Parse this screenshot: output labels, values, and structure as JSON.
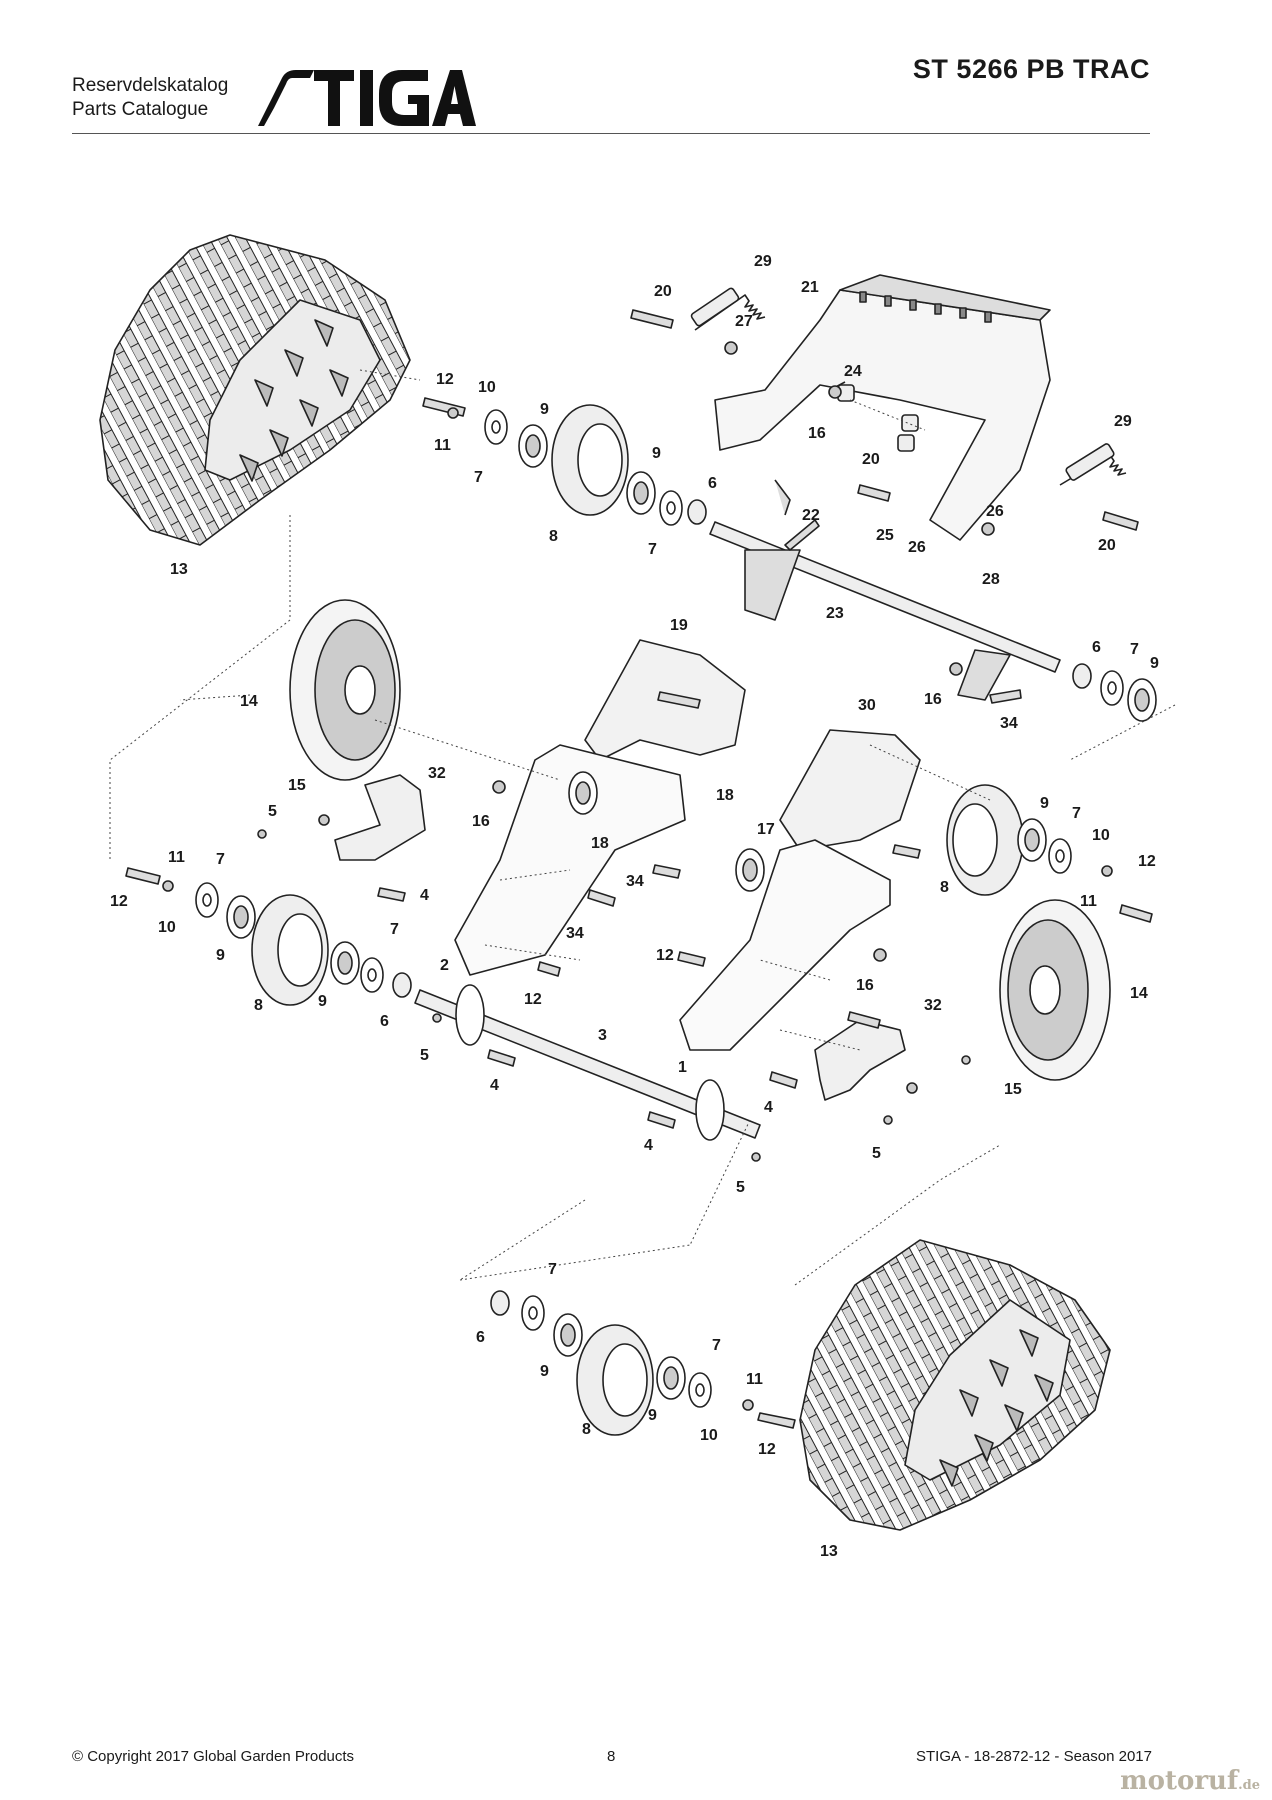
{
  "header": {
    "catalog_line_1": "Reservdelskatalog",
    "catalog_line_2": "Parts Catalogue",
    "brand": "STIGA",
    "model": "ST 5266 PB TRAC"
  },
  "diagram": {
    "callouts": [
      {
        "id": "c29a",
        "label": "29"
      },
      {
        "id": "c20a",
        "label": "20"
      },
      {
        "id": "c21",
        "label": "21"
      },
      {
        "id": "c27",
        "label": "27"
      },
      {
        "id": "c24",
        "label": "24"
      },
      {
        "id": "c12a",
        "label": "12"
      },
      {
        "id": "c10a",
        "label": "10"
      },
      {
        "id": "c11a",
        "label": "11"
      },
      {
        "id": "c9a",
        "label": "9"
      },
      {
        "id": "c7a",
        "label": "7"
      },
      {
        "id": "c9b",
        "label": "9"
      },
      {
        "id": "c6a",
        "label": "6"
      },
      {
        "id": "c7b",
        "label": "7"
      },
      {
        "id": "c8a",
        "label": "8"
      },
      {
        "id": "c16a",
        "label": "16"
      },
      {
        "id": "c20b",
        "label": "20"
      },
      {
        "id": "c22",
        "label": "22"
      },
      {
        "id": "c25",
        "label": "25"
      },
      {
        "id": "c26a",
        "label": "26"
      },
      {
        "id": "c26b",
        "label": "26"
      },
      {
        "id": "c28",
        "label": "28"
      },
      {
        "id": "c29b",
        "label": "29"
      },
      {
        "id": "c20c",
        "label": "20"
      },
      {
        "id": "c13a",
        "label": "13"
      },
      {
        "id": "c23",
        "label": "23"
      },
      {
        "id": "c19",
        "label": "19"
      },
      {
        "id": "c14a",
        "label": "14"
      },
      {
        "id": "c6b",
        "label": "6"
      },
      {
        "id": "c7c",
        "label": "7"
      },
      {
        "id": "c9c",
        "label": "9"
      },
      {
        "id": "c16b",
        "label": "16"
      },
      {
        "id": "c34a",
        "label": "34"
      },
      {
        "id": "c30",
        "label": "30"
      },
      {
        "id": "c15a",
        "label": "15"
      },
      {
        "id": "c32a",
        "label": "32"
      },
      {
        "id": "c5a",
        "label": "5"
      },
      {
        "id": "c16c",
        "label": "16"
      },
      {
        "id": "c18a",
        "label": "18"
      },
      {
        "id": "c18b",
        "label": "18"
      },
      {
        "id": "c17",
        "label": "17"
      },
      {
        "id": "c34b",
        "label": "34"
      },
      {
        "id": "c4a",
        "label": "4"
      },
      {
        "id": "c9d",
        "label": "9"
      },
      {
        "id": "c7d",
        "label": "7"
      },
      {
        "id": "c10b",
        "label": "10"
      },
      {
        "id": "c12b",
        "label": "12"
      },
      {
        "id": "c11b",
        "label": "11"
      },
      {
        "id": "c8b",
        "label": "8"
      },
      {
        "id": "c11c",
        "label": "11"
      },
      {
        "id": "c7e",
        "label": "7"
      },
      {
        "id": "c12c",
        "label": "12"
      },
      {
        "id": "c10c",
        "label": "10"
      },
      {
        "id": "c9e",
        "label": "9"
      },
      {
        "id": "c34c",
        "label": "34"
      },
      {
        "id": "c2",
        "label": "2"
      },
      {
        "id": "c12d",
        "label": "12"
      },
      {
        "id": "c7f",
        "label": "7"
      },
      {
        "id": "c8c",
        "label": "8"
      },
      {
        "id": "c9f",
        "label": "9"
      },
      {
        "id": "c6c",
        "label": "6"
      },
      {
        "id": "c12e",
        "label": "12"
      },
      {
        "id": "c16d",
        "label": "16"
      },
      {
        "id": "c32b",
        "label": "32"
      },
      {
        "id": "c14b",
        "label": "14"
      },
      {
        "id": "c5b",
        "label": "5"
      },
      {
        "id": "c4b",
        "label": "4"
      },
      {
        "id": "c3",
        "label": "3"
      },
      {
        "id": "c1",
        "label": "1"
      },
      {
        "id": "c15b",
        "label": "15"
      },
      {
        "id": "c4c",
        "label": "4"
      },
      {
        "id": "c5c",
        "label": "5"
      },
      {
        "id": "c4d",
        "label": "4"
      },
      {
        "id": "c5d",
        "label": "5"
      },
      {
        "id": "c7g",
        "label": "7"
      },
      {
        "id": "c6d",
        "label": "6"
      },
      {
        "id": "c9g",
        "label": "9"
      },
      {
        "id": "c7h",
        "label": "7"
      },
      {
        "id": "c11d",
        "label": "11"
      },
      {
        "id": "c8d",
        "label": "8"
      },
      {
        "id": "c9h",
        "label": "9"
      },
      {
        "id": "c10d",
        "label": "10"
      },
      {
        "id": "c12f",
        "label": "12"
      },
      {
        "id": "c13b",
        "label": "13"
      }
    ]
  },
  "footer": {
    "copyright": "© Copyright 2017 Global Garden Products",
    "page_number": "8",
    "catalog_ref": "STIGA - 18-2872-12 - Season 2017",
    "watermark": "motoruf",
    "watermark_suffix": ".de"
  }
}
